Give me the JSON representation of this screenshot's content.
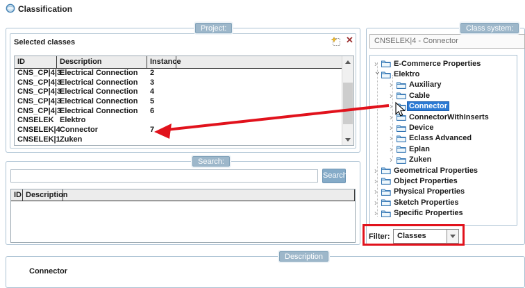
{
  "window": {
    "title": "Classification"
  },
  "project": {
    "badge": "Project:",
    "panel_title": "Selected classes",
    "table": {
      "columns": {
        "0": "ID",
        "1": "Description",
        "2": "Instance"
      },
      "rows": [
        {
          "id": "CNS_CP|4|3",
          "description": "Electrical Connection",
          "instance": "2"
        },
        {
          "id": "CNS_CP|4|3",
          "description": "Electrical Connection",
          "instance": "3"
        },
        {
          "id": "CNS_CP|4|3",
          "description": "Electrical Connection",
          "instance": "4"
        },
        {
          "id": "CNS_CP|4|3",
          "description": "Electrical Connection",
          "instance": "5"
        },
        {
          "id": "CNS_CP|4|3",
          "description": "Electrical Connection",
          "instance": "6"
        },
        {
          "id": "CNSELEK",
          "description": "Elektro",
          "instance": ""
        },
        {
          "id": "CNSELEK|4",
          "description": "Connector",
          "instance": "7"
        },
        {
          "id": "CNSELEK|1",
          "description": "Zuken",
          "instance": ""
        }
      ]
    }
  },
  "search": {
    "badge": "Search:",
    "input_value": "",
    "button_label": "Search",
    "table": {
      "columns": {
        "0": "ID",
        "1": "Description"
      },
      "rows": []
    }
  },
  "class_system": {
    "badge": "Class system:",
    "selected_path": "CNSELEK|4 - Connector",
    "tree": [
      {
        "label": "E-Commerce Properties",
        "level": 0,
        "expanded": false
      },
      {
        "label": "Elektro",
        "level": 0,
        "expanded": true
      },
      {
        "label": "Auxiliary",
        "level": 1,
        "expanded": false
      },
      {
        "label": "Cable",
        "level": 1,
        "expanded": false
      },
      {
        "label": "Connector",
        "level": 1,
        "expanded": false,
        "selected": true
      },
      {
        "label": "ConnectorWithInserts",
        "level": 1,
        "expanded": false
      },
      {
        "label": "Device",
        "level": 1,
        "expanded": false
      },
      {
        "label": "Eclass Advanced",
        "level": 1,
        "expanded": false
      },
      {
        "label": "Eplan",
        "level": 1,
        "expanded": false
      },
      {
        "label": "Zuken",
        "level": 1,
        "expanded": false
      },
      {
        "label": "Geometrical Properties",
        "level": 0,
        "expanded": false
      },
      {
        "label": "Object Properties",
        "level": 0,
        "expanded": false
      },
      {
        "label": "Physical Properties",
        "level": 0,
        "expanded": false
      },
      {
        "label": "Sketch Properties",
        "level": 0,
        "expanded": false
      },
      {
        "label": "Specific Properties",
        "level": 0,
        "expanded": false
      }
    ],
    "filter": {
      "label": "Filter:",
      "value": "Classes"
    }
  },
  "description": {
    "badge": "Description",
    "text": "Connector"
  },
  "annotations": {
    "highlight_color": "#e1121c"
  }
}
